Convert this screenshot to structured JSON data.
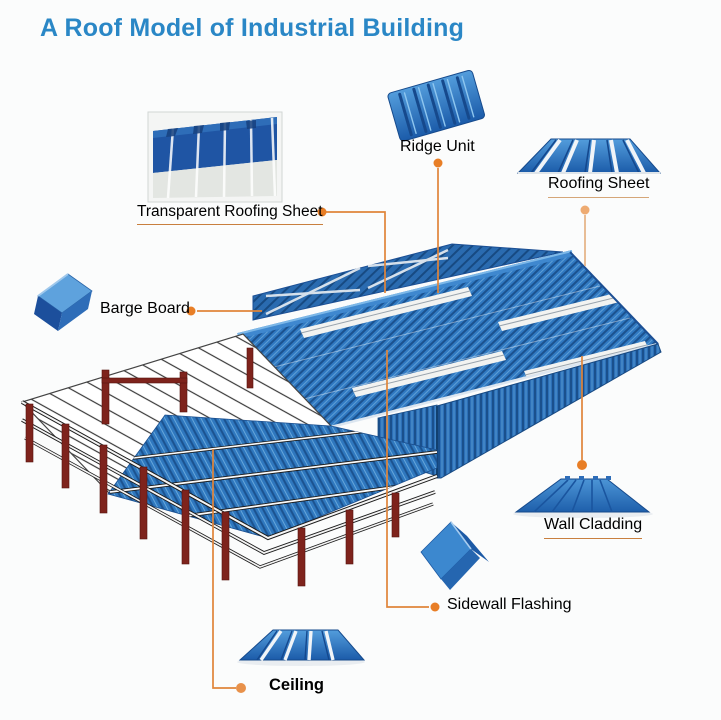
{
  "title": "A Roof Model of Industrial Building",
  "labels": {
    "transparent_roofing_sheet": "Transparent Roofing Sheet",
    "ridge_unit": "Ridge Unit",
    "roofing_sheet": "Roofing Sheet",
    "barge_board": "Barge Board",
    "wall_cladding": "Wall Cladding",
    "sidewall_flashing": "Sidewall Flashing",
    "ceiling": "Ceiling"
  },
  "colors": {
    "title_blue": "#2a87c6",
    "connector_orange": "#e0853a",
    "dot_orange": "#e87e26",
    "roof_blue": "#3079c2",
    "wall_blue": "#2c6fb7",
    "frame_maroon": "#7e231c",
    "skylight_white": "#f2f3f1"
  }
}
